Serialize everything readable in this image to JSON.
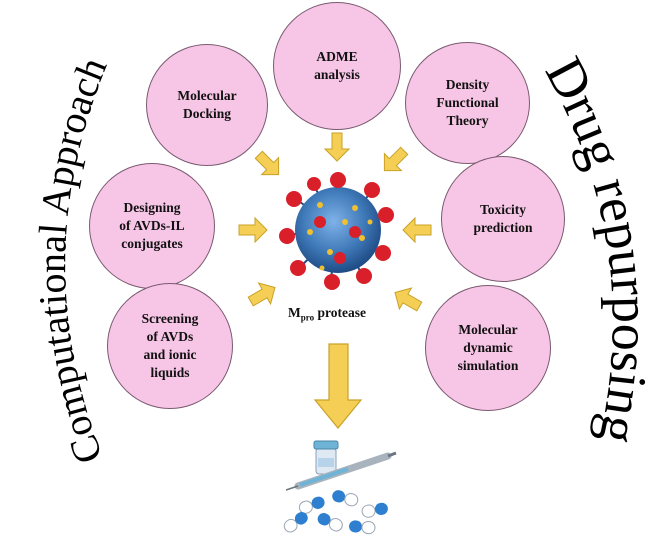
{
  "title_left": "Computational Approach",
  "title_right": "Drug repurposing",
  "nodes": [
    {
      "id": "adme",
      "label": "ADME\nanalysis"
    },
    {
      "id": "docking",
      "label": "Molecular\nDocking"
    },
    {
      "id": "dft",
      "label": "Density\nFunctional\nTheory"
    },
    {
      "id": "designing",
      "label": "Designing\nof AVDs-IL\nconjugates"
    },
    {
      "id": "toxicity",
      "label": "Toxicity\nprediction"
    },
    {
      "id": "screening",
      "label": "Screening\nof AVDs\nand ionic\nliquids"
    },
    {
      "id": "md",
      "label": "Molecular\ndynamic\nsimulation"
    }
  ],
  "target": {
    "main": "M",
    "sub": "pro",
    "rest": " protease"
  },
  "colors": {
    "node_fill": "#f7c6e6",
    "arrow_fill": "#f5cf55",
    "arrow_stroke": "#c9a227",
    "virus_core": "#3f79b8",
    "spike": "#d9202a"
  }
}
